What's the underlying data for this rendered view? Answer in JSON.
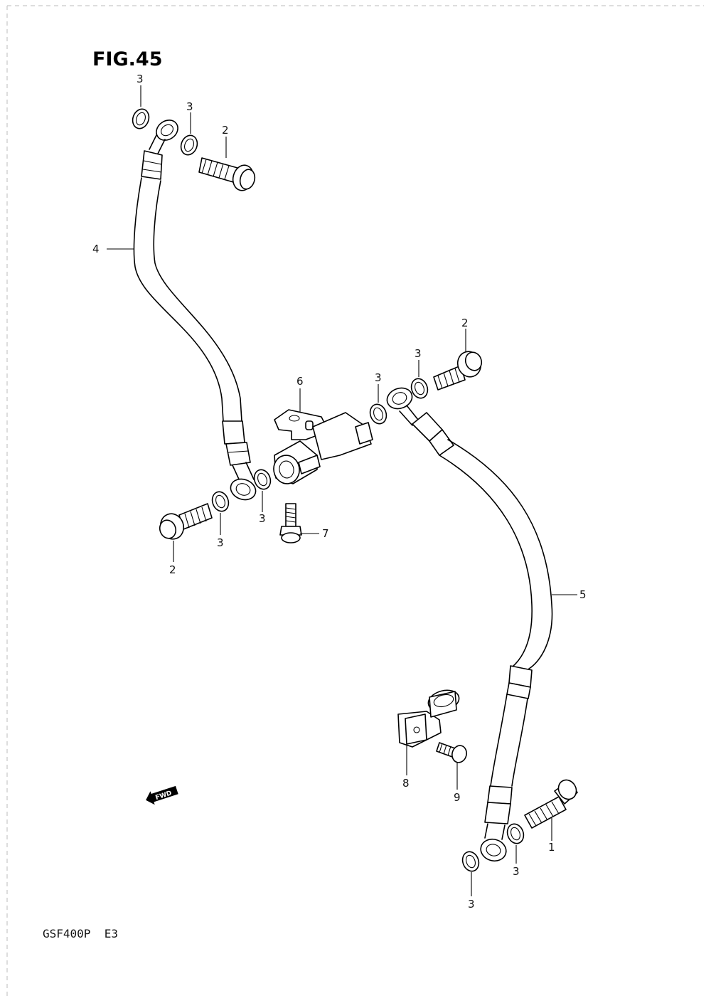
{
  "figure": {
    "title": "FIG.45",
    "model_code": "GSF400P  E3",
    "direction_label": "FWD"
  },
  "callouts": [
    {
      "id": "c3a",
      "label": "3"
    },
    {
      "id": "c3b",
      "label": "3"
    },
    {
      "id": "c2a",
      "label": "2"
    },
    {
      "id": "c4",
      "label": "4"
    },
    {
      "id": "c2b",
      "label": "2"
    },
    {
      "id": "c3c",
      "label": "3"
    },
    {
      "id": "c3d",
      "label": "3"
    },
    {
      "id": "c6",
      "label": "6"
    },
    {
      "id": "c3e",
      "label": "3"
    },
    {
      "id": "c3f",
      "label": "3"
    },
    {
      "id": "c7",
      "label": "7"
    },
    {
      "id": "c2c",
      "label": "2"
    },
    {
      "id": "c5",
      "label": "5"
    },
    {
      "id": "c8",
      "label": "8"
    },
    {
      "id": "c9",
      "label": "9"
    },
    {
      "id": "c1",
      "label": "1"
    },
    {
      "id": "c3g",
      "label": "3"
    },
    {
      "id": "c3h",
      "label": "3"
    }
  ],
  "parts": [
    {
      "ref": "1",
      "name": "union bolt (long)"
    },
    {
      "ref": "2",
      "name": "union bolt"
    },
    {
      "ref": "3",
      "name": "washer"
    },
    {
      "ref": "4",
      "name": "front brake hose (upper)"
    },
    {
      "ref": "5",
      "name": "front brake hose (lower)"
    },
    {
      "ref": "6",
      "name": "hose joint"
    },
    {
      "ref": "7",
      "name": "bolt"
    },
    {
      "ref": "8",
      "name": "hose clamp"
    },
    {
      "ref": "9",
      "name": "bolt"
    }
  ]
}
